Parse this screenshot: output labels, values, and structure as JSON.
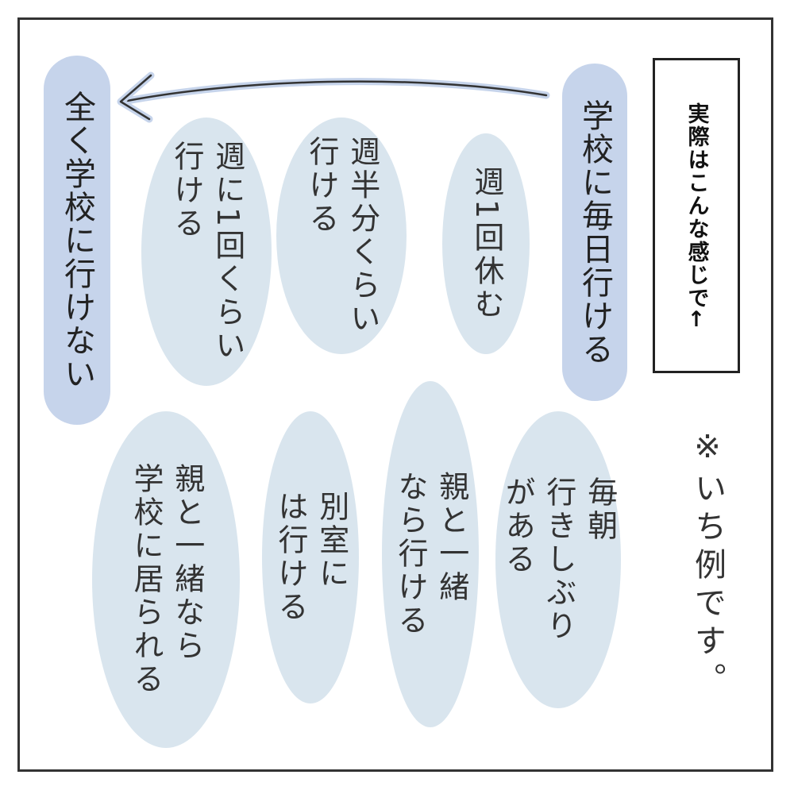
{
  "note_box": {
    "text": "実際はこんな感じで←"
  },
  "scale": {
    "right_end": "学校に毎日行ける",
    "left_end": "全く学校に行けない"
  },
  "top_row": [
    {
      "lines": [
        "週1回休む"
      ]
    },
    {
      "lines": [
        "週半分くらい",
        "行ける"
      ]
    },
    {
      "lines": [
        "週に1回くらい",
        "行ける"
      ]
    }
  ],
  "bottom_row": [
    {
      "lines": [
        "毎朝",
        "行きしぶり",
        "がある"
      ]
    },
    {
      "lines": [
        "親と一緒",
        "なら行ける"
      ]
    },
    {
      "lines": [
        "別室に",
        "は行ける"
      ]
    },
    {
      "lines": [
        "親と一緒なら",
        "学校に居られる"
      ]
    }
  ],
  "aside": {
    "text": "※いち例です。"
  },
  "colors": {
    "blob": "#d9e5ee",
    "pill": "#c6d4eb",
    "border": "#333333"
  }
}
